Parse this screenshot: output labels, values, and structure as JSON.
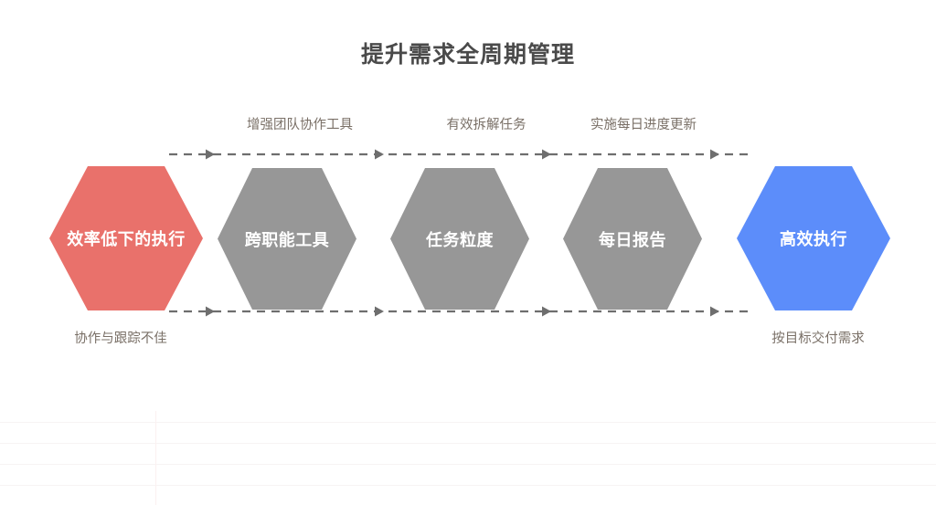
{
  "page": {
    "title": "提升需求全周期管理",
    "background_color": "#ffffff",
    "title_color": "#4a4a4a"
  },
  "colors": {
    "problem_red": "#E9716B",
    "step_gray": "#979797",
    "outcome_blue": "#5C8DFA",
    "caption_text": "#7a7067",
    "arrow_dash": "#6e6e6e",
    "ghost_line": "#f7f4f4"
  },
  "flow": {
    "nodes": [
      {
        "label": "效率低下的执行",
        "role": "problem",
        "color": "#E9716B"
      },
      {
        "label": "跨职能工具",
        "role": "step",
        "color": "#979797"
      },
      {
        "label": "任务粒度",
        "role": "step",
        "color": "#979797"
      },
      {
        "label": "每日报告",
        "role": "step",
        "color": "#979797"
      },
      {
        "label": "高效执行",
        "role": "outcome",
        "color": "#5C8DFA"
      }
    ],
    "top_captions": [
      "增强团队协作工具",
      "有效拆解任务",
      "实施每日进度更新"
    ],
    "bottom_captions": [
      "协作与跟踪不佳",
      "按目标交付需求"
    ],
    "arrow_rails": {
      "direction": "left-to-right",
      "style": "dashed",
      "arrowhead_count": 4
    }
  }
}
